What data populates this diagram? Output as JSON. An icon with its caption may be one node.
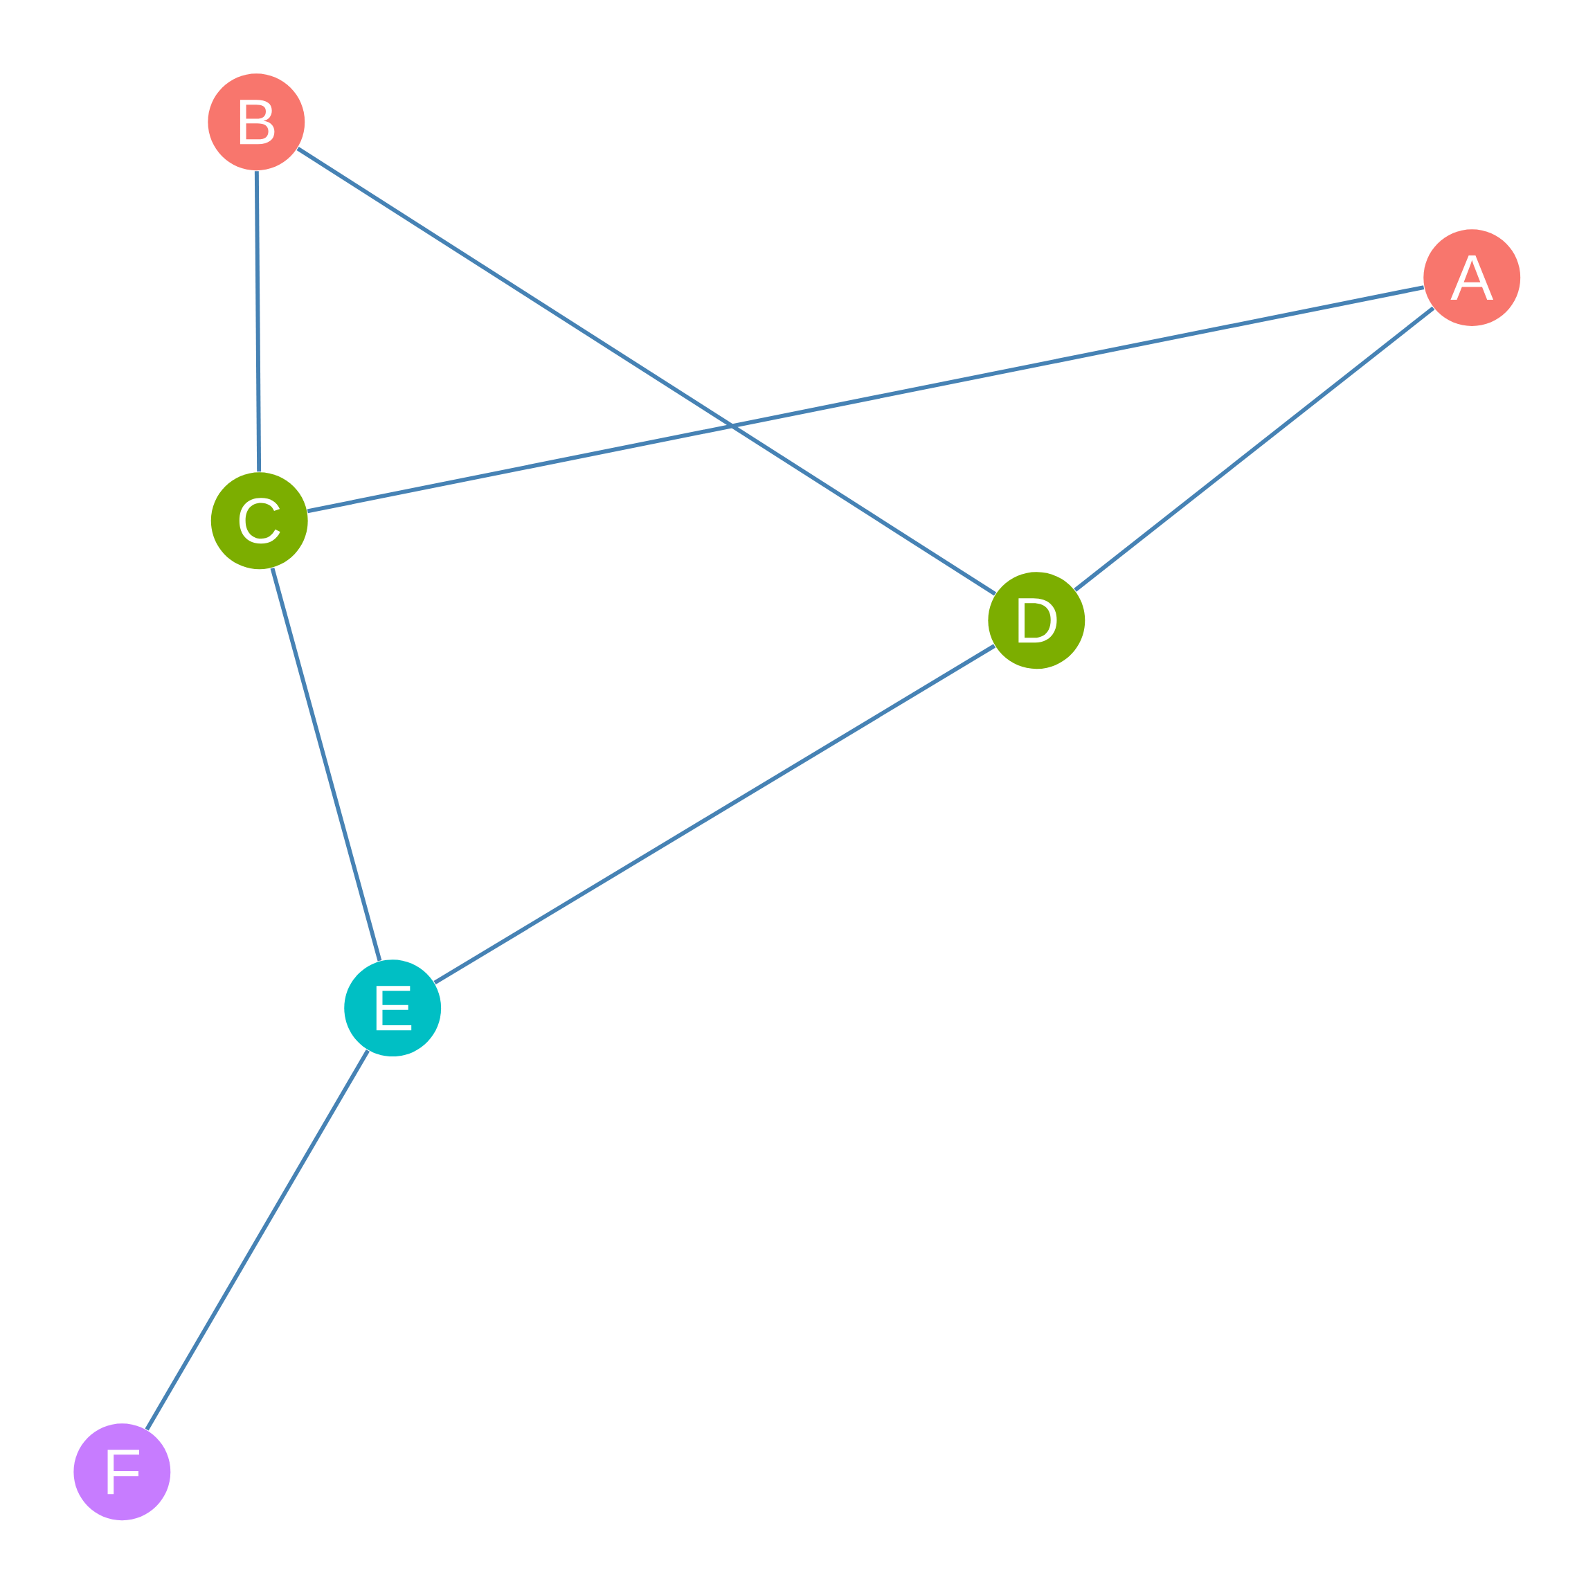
{
  "diagram": {
    "nodes": [
      {
        "text": [
          "A"
        ]
      },
      {
        "text": [
          "B"
        ]
      },
      {
        "text": [
          "C"
        ]
      },
      {
        "text": [
          "D"
        ]
      },
      {
        "text": [
          "E"
        ]
      },
      {
        "text": [
          "F"
        ]
      }
    ],
    "edges": [
      {
        "from": 0,
        "to": 2,
        "arrow": "none"
      },
      {
        "from": 0,
        "to": 3,
        "arrow": "none"
      },
      {
        "from": 1,
        "to": 2,
        "arrow": "none"
      },
      {
        "from": 1,
        "to": 3,
        "arrow": "none"
      },
      {
        "from": 2,
        "to": 4,
        "arrow": "none"
      },
      {
        "from": 3,
        "to": 4,
        "arrow": "none"
      },
      {
        "from": 4,
        "to": 5,
        "arrow": "none"
      }
    ]
  }
}
